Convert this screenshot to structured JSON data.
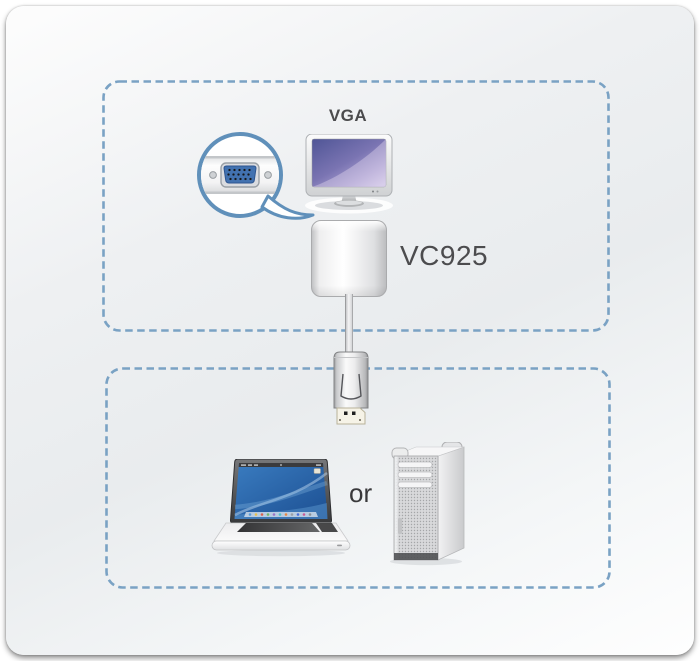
{
  "labels": {
    "vga": "VGA",
    "model": "VC925",
    "or": "or"
  },
  "colors": {
    "zone_dash": "#7aa2c4",
    "magnifier_ring": "#6090ba",
    "vga_port_blue": "#4272b0",
    "label_text": "#4b4b4d",
    "card_bg": "#ebeef0"
  },
  "icons": {
    "magnifier": "vga-port-magnifier-callout",
    "monitor": "vga-monitor",
    "adapter": "vc925-converter-body",
    "connector": "displayport-plug",
    "laptop": "laptop-computer",
    "tower": "desktop-tower"
  }
}
